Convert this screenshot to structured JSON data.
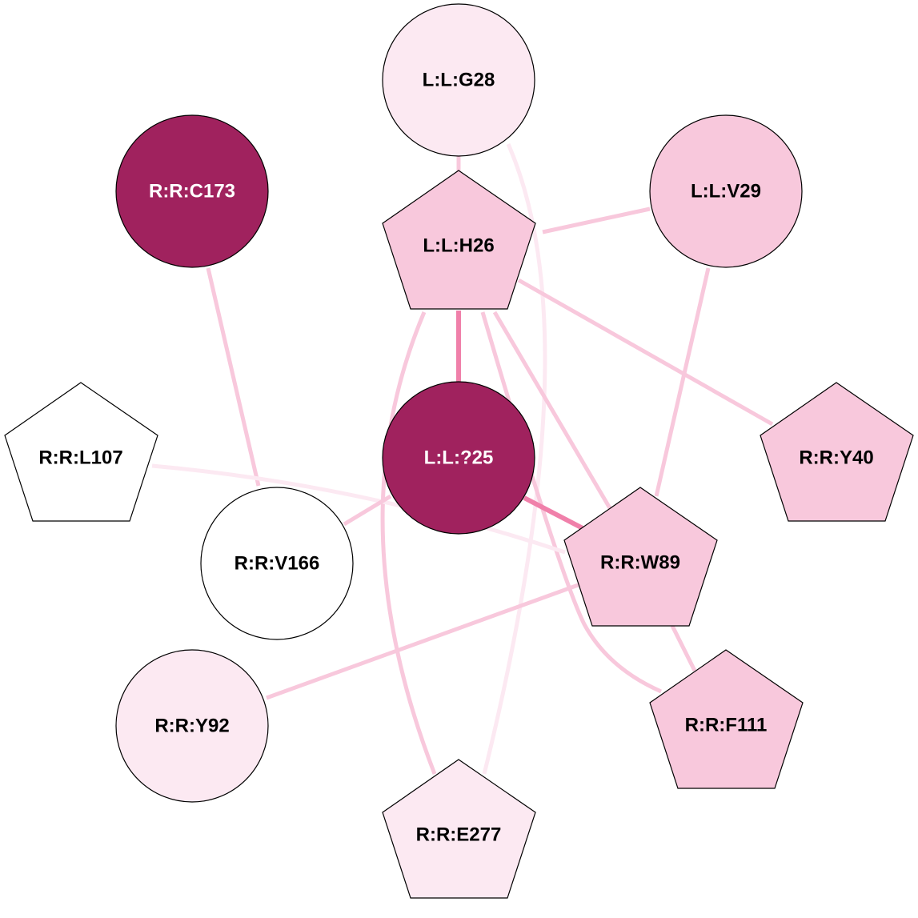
{
  "colors": {
    "white": "#ffffff",
    "light": "#fce9f2",
    "mid": "#f8c8dc",
    "dark": "#a0225e",
    "edge_light": "#fce9f2",
    "edge_mid": "#f8c8dc",
    "edge_strong": "#f080aa"
  },
  "nodes": [
    {
      "id": "G28",
      "label": "L:L:G28",
      "shape": "circle",
      "fill": "light"
    },
    {
      "id": "C173",
      "label": "R:R:C173",
      "shape": "circle",
      "fill": "dark"
    },
    {
      "id": "V29",
      "label": "L:L:V29",
      "shape": "circle",
      "fill": "mid"
    },
    {
      "id": "H26",
      "label": "L:L:H26",
      "shape": "pentagon",
      "fill": "mid"
    },
    {
      "id": "L107",
      "label": "R:R:L107",
      "shape": "pentagon",
      "fill": "white"
    },
    {
      "id": "Q25",
      "label": "L:L:?25",
      "shape": "circle",
      "fill": "dark"
    },
    {
      "id": "Y40",
      "label": "R:R:Y40",
      "shape": "pentagon",
      "fill": "mid"
    },
    {
      "id": "V166",
      "label": "R:R:V166",
      "shape": "circle",
      "fill": "white"
    },
    {
      "id": "W89",
      "label": "R:R:W89",
      "shape": "pentagon",
      "fill": "mid"
    },
    {
      "id": "Y92",
      "label": "R:R:Y92",
      "shape": "circle",
      "fill": "light"
    },
    {
      "id": "F111",
      "label": "R:R:F111",
      "shape": "pentagon",
      "fill": "mid"
    },
    {
      "id": "E277",
      "label": "R:R:E277",
      "shape": "pentagon",
      "fill": "light"
    }
  ],
  "edges": [
    {
      "from": "G28",
      "to": "H26",
      "strength": "mid"
    },
    {
      "from": "G28",
      "to": "E277",
      "strength": "light"
    },
    {
      "from": "H26",
      "to": "V29",
      "strength": "mid"
    },
    {
      "from": "H26",
      "to": "Y40",
      "strength": "mid"
    },
    {
      "from": "H26",
      "to": "Q25",
      "strength": "strong"
    },
    {
      "from": "H26",
      "to": "W89",
      "strength": "mid"
    },
    {
      "from": "H26",
      "to": "F111",
      "strength": "mid"
    },
    {
      "from": "H26",
      "to": "E277",
      "strength": "mid"
    },
    {
      "from": "C173",
      "to": "V166",
      "strength": "mid"
    },
    {
      "from": "V29",
      "to": "W89",
      "strength": "mid"
    },
    {
      "from": "L107",
      "to": "W89",
      "strength": "light"
    },
    {
      "from": "Q25",
      "to": "V166",
      "strength": "mid"
    },
    {
      "from": "Q25",
      "to": "W89",
      "strength": "strong"
    },
    {
      "from": "W89",
      "to": "Y92",
      "strength": "mid"
    },
    {
      "from": "W89",
      "to": "F111",
      "strength": "mid"
    }
  ]
}
